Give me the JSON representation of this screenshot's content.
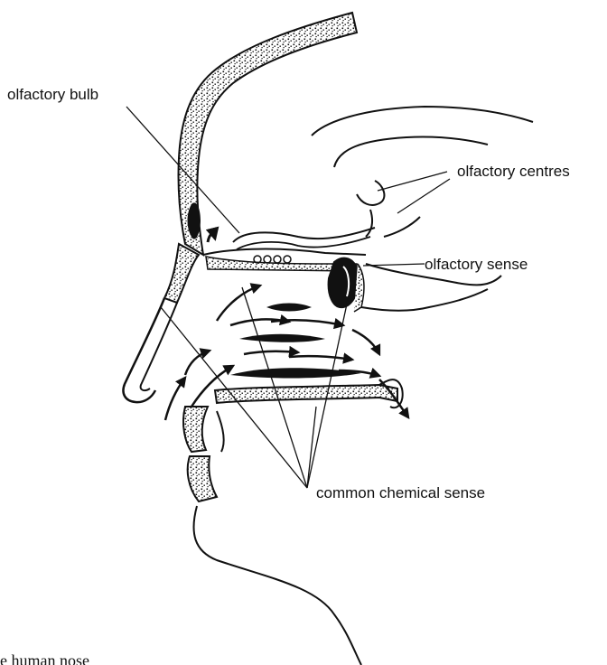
{
  "labels": {
    "olfactory_bulb": "olfactory bulb",
    "olfactory_centres": "olfactory centres",
    "olfactory_sense": "olfactory sense",
    "common_chemical_sense": "common chemical sense"
  },
  "caption": "e human nose"
}
